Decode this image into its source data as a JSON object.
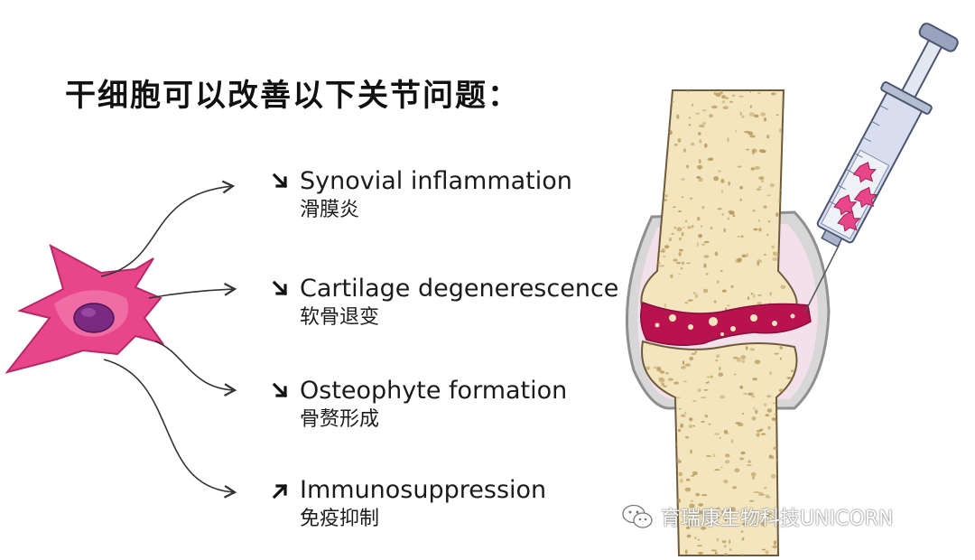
{
  "title": "干细胞可以改善以下关节问题：",
  "effects": [
    {
      "en": "Synovial inflammation",
      "zh": "滑膜炎",
      "direction": "down"
    },
    {
      "en": "Cartilage degenerescence",
      "zh": "软骨退变",
      "direction": "down"
    },
    {
      "en": "Osteophyte formation",
      "zh": "骨赘形成",
      "direction": "down"
    },
    {
      "en": "Immunosuppression",
      "zh": "免疫抑制",
      "direction": "up"
    }
  ],
  "watermark": "育瑞康生物科技UNICORN",
  "colors": {
    "cell": "#e8458a",
    "nucleus": "#7b2a82",
    "bone": "#f3e6bf",
    "bone_pore": "#b99a5c",
    "inflamed_cartilage": "#b8124f",
    "capsule": "#9a9a9a",
    "syringe": "#c9d3e6"
  },
  "icons": [
    "down-right-arrow-icon",
    "up-right-arrow-icon",
    "wechat-icon"
  ]
}
